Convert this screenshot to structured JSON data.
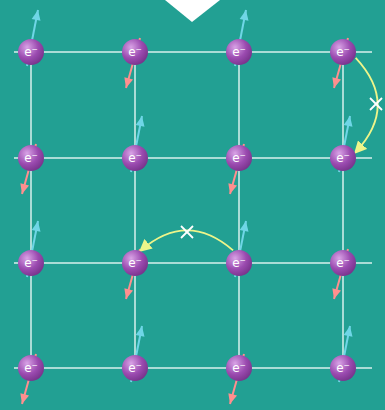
{
  "diagram": {
    "nodes": [
      {
        "text": [
          "e⁻"
        ]
      },
      {
        "text": [
          "e⁻"
        ]
      },
      {
        "text": [
          "e⁻"
        ]
      },
      {
        "text": [
          "e⁻"
        ]
      },
      {
        "text": [
          "e⁻"
        ]
      },
      {
        "text": [
          "e⁻"
        ]
      },
      {
        "text": [
          "e⁻"
        ]
      },
      {
        "text": [
          "e⁻"
        ]
      },
      {
        "text": [
          "e⁻"
        ]
      },
      {
        "text": [
          "e⁻"
        ]
      },
      {
        "text": [
          "e⁻"
        ]
      },
      {
        "text": [
          "e⁻"
        ]
      },
      {
        "text": [
          "e⁻"
        ]
      },
      {
        "text": [
          "e⁻"
        ]
      },
      {
        "text": [
          "e⁻"
        ]
      },
      {
        "text": [
          "e⁻"
        ]
      }
    ],
    "edges": [
      {
        "from": 3,
        "to": 7,
        "arrow": "to"
      },
      {
        "from": 10,
        "to": 9,
        "arrow": "to"
      }
    ]
  }
}
